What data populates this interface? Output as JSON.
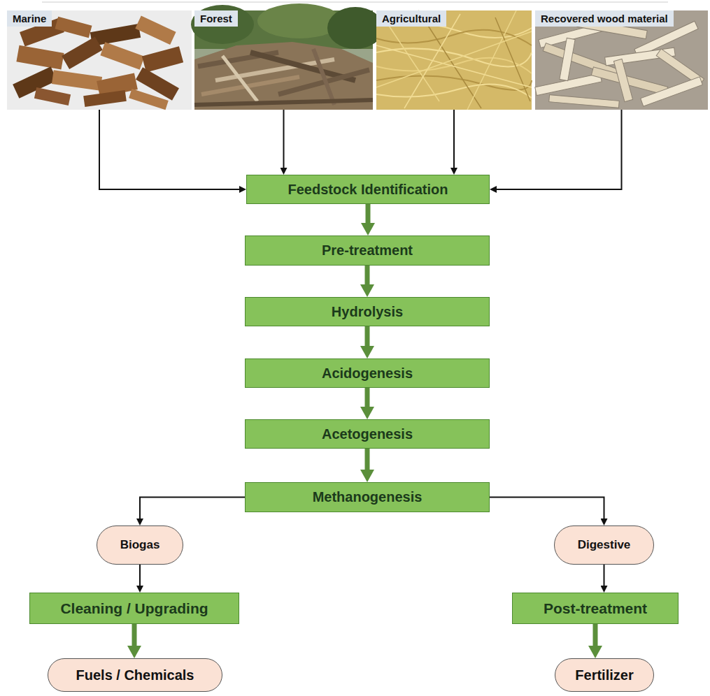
{
  "diagram": {
    "nodes": [
      {
        "text": [
          "Marine"
        ]
      },
      {
        "text": [
          "Forest"
        ]
      },
      {
        "text": [
          "Agricultural"
        ]
      },
      {
        "text": [
          "Recovered wood material"
        ]
      },
      {
        "text": [
          "Feedstock Identification"
        ]
      },
      {
        "text": [
          "Pre-treatment"
        ]
      },
      {
        "text": [
          "Hydrolysis"
        ]
      },
      {
        "text": [
          "Acidogenesis"
        ]
      },
      {
        "text": [
          "Acetogenesis"
        ]
      },
      {
        "text": [
          "Methanogenesis"
        ]
      },
      {
        "text": [
          "Biogas"
        ]
      },
      {
        "text": [
          "Digestive"
        ]
      },
      {
        "text": [
          "Cleaning / Upgrading"
        ]
      },
      {
        "text": [
          "Post-treatment"
        ]
      },
      {
        "text": [
          "Fuels / Chemicals"
        ]
      },
      {
        "text": [
          "Fertilizer"
        ]
      }
    ],
    "edges": [
      {
        "from": 0,
        "to": 4,
        "arrow": "to"
      },
      {
        "from": 1,
        "to": 4,
        "arrow": "to"
      },
      {
        "from": 2,
        "to": 4,
        "arrow": "to"
      },
      {
        "from": 3,
        "to": 4,
        "arrow": "to"
      },
      {
        "from": 4,
        "to": 5,
        "arrow": "to"
      },
      {
        "from": 5,
        "to": 6,
        "arrow": "to"
      },
      {
        "from": 6,
        "to": 7,
        "arrow": "to"
      },
      {
        "from": 7,
        "to": 8,
        "arrow": "to"
      },
      {
        "from": 8,
        "to": 9,
        "arrow": "to"
      },
      {
        "from": 9,
        "to": 10,
        "arrow": "to"
      },
      {
        "from": 9,
        "to": 11,
        "arrow": "to"
      },
      {
        "from": 10,
        "to": 12,
        "arrow": "to"
      },
      {
        "from": 11,
        "to": 13,
        "arrow": "to"
      },
      {
        "from": 12,
        "to": 14,
        "arrow": "to"
      },
      {
        "from": 13,
        "to": 15,
        "arrow": "to"
      }
    ]
  }
}
